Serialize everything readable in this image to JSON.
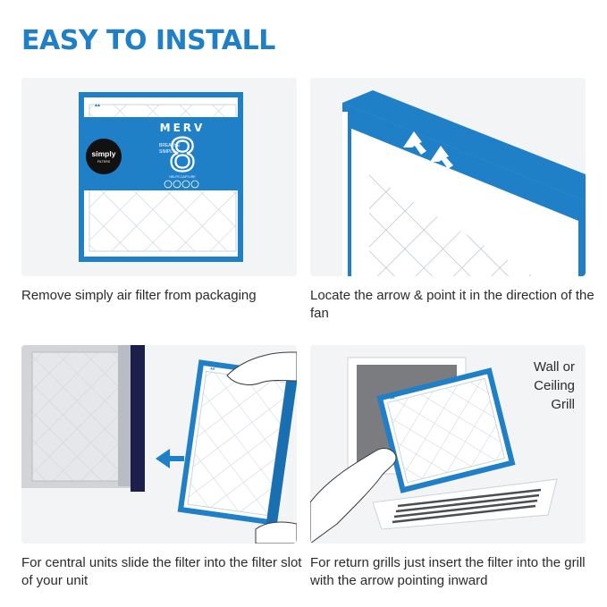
{
  "title": "EASY TO INSTALL",
  "colors": {
    "brand_blue": "#1f7fc7",
    "panel_bg": "#f3f4f6",
    "text": "#2b2b2b"
  },
  "steps": [
    {
      "caption": "Remove simply air filter from packaging",
      "packaging": {
        "brand": "simply",
        "brand_sub": "FILTERS",
        "tagline_1": "BREATHE",
        "tagline_2": "SIMPLY",
        "rating_label": "MERV",
        "rating_value": "8",
        "rating_sub": "HELPS CAPTURE"
      }
    },
    {
      "caption": "Locate the arrow & point it in the direction of the fan"
    },
    {
      "caption": "For central units slide the filter into the filter slot of your unit"
    },
    {
      "caption": "For return grills just insert the filter into the grill with the arrow pointing inward",
      "grill_label": [
        "Wall or",
        "Ceiling",
        "Grill"
      ]
    }
  ]
}
